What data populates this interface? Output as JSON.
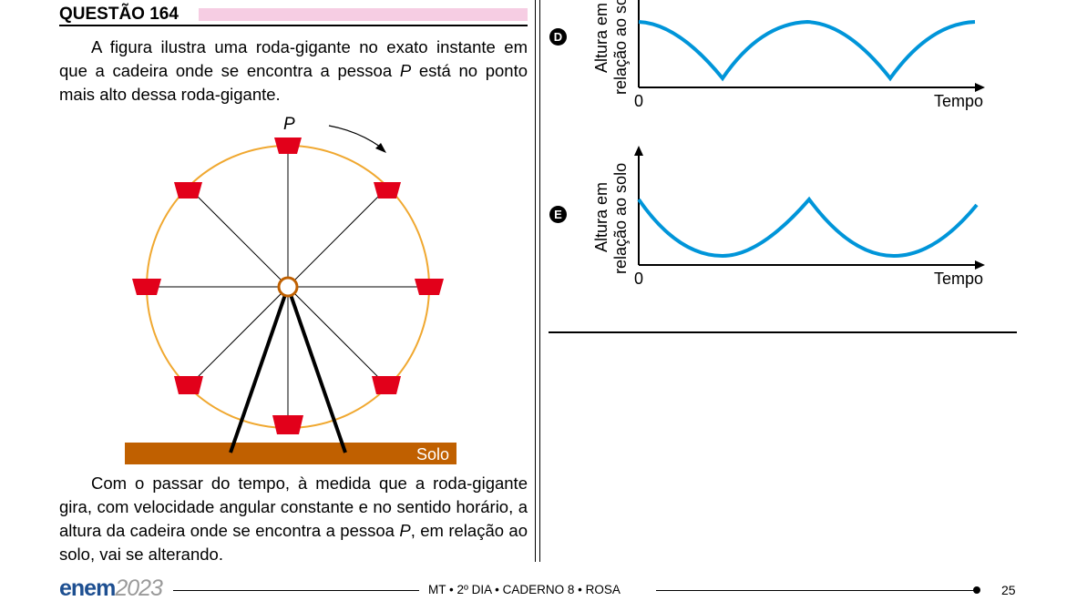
{
  "question": {
    "title": "QUESTÃO 164",
    "intro_parts": [
      "A figura ilustra uma roda-gigante no exato instante em que a cadeira onde se encontra a pessoa ",
      "P",
      " está no ponto mais alto dessa roda-gigante."
    ],
    "body_parts": [
      "Com o passar do tempo, à medida que a roda-gigante gira, com velocidade angular constante e no sentido horário, a altura da cadeira onde se encontra a pessoa ",
      "P",
      ", em relação ao solo, vai se alterando."
    ]
  },
  "figure": {
    "person_label": "P",
    "ground_label": "Solo",
    "colors": {
      "rim": "#f0a830",
      "seat": "#e2001a",
      "ground": "#c06000",
      "hub": "#c06000"
    }
  },
  "options": [
    {
      "letter": "D",
      "ylabel_line1": "Altura em",
      "ylabel_line2": "relação ao solo",
      "origin": "0",
      "xlabel": "Tempo",
      "curve": "arches-between-cusps"
    },
    {
      "letter": "E",
      "ylabel_line1": "Altura em",
      "ylabel_line2": "relação ao solo",
      "origin": "0",
      "xlabel": "Tempo",
      "curve": "valleys-between-cusps"
    }
  ],
  "graph_color": "#0095d9",
  "footer": {
    "logo_main": "enem",
    "logo_year": "2023",
    "center_text": "MT • 2º DIA • CADERNO 8 • ROSA",
    "page_number": "25"
  }
}
